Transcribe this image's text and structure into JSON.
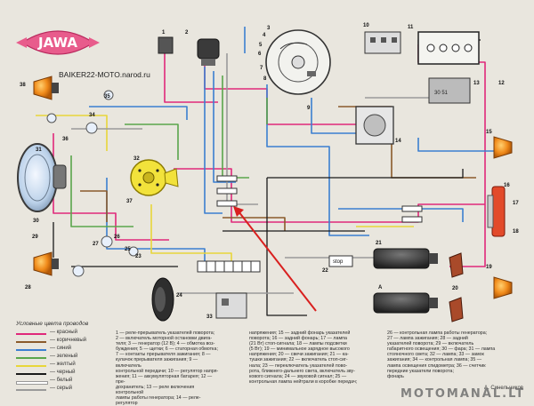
{
  "brand": {
    "logo_text": "JAWA",
    "site": "BAIKER22-MOTO.narod.ru"
  },
  "watermark": "MOTOMANAL.LT",
  "credit": "А. Синельников",
  "labels": {
    "n1": "1",
    "n2": "2",
    "n3": "3",
    "n4": "4",
    "n5": "5",
    "n6": "6",
    "n7": "7",
    "n8": "8",
    "n9": "9",
    "n10": "10",
    "n11": "11",
    "n12": "12",
    "n13": "13",
    "n14": "14",
    "n15": "15",
    "n16": "16",
    "n17": "17",
    "n18": "18",
    "n19": "19",
    "n20": "20",
    "n21": "21",
    "n22": "22",
    "n23": "23",
    "n24": "24",
    "n25": "25",
    "n26": "26",
    "n27": "27",
    "n28": "28",
    "n29": "29",
    "n30": "30",
    "n31": "31",
    "n32": "32",
    "n33": "33",
    "n34": "34",
    "n35": "35",
    "n36": "36",
    "n37": "37",
    "n38": "38",
    "stop": "stop",
    "a": "A"
  },
  "legend": {
    "title": "Условные цвета проводов",
    "rows": [
      {
        "label": "— красный",
        "color": "#e0287a"
      },
      {
        "label": "— коричневый",
        "color": "#8a5a2b"
      },
      {
        "label": "— синий",
        "color": "#3b7fd0"
      },
      {
        "label": "— зеленый",
        "color": "#5aa64b"
      },
      {
        "label": "— желтый",
        "color": "#e8d63a"
      },
      {
        "label": "— черный",
        "color": "#1a1a1a"
      },
      {
        "label": "— белый",
        "color": "#ffffff"
      },
      {
        "label": "— серый",
        "color": "#9a9a9a"
      }
    ]
  },
  "captions": {
    "col1": [
      "1 — реле-прерыватель указателей поворота;",
      "2 — включатель моторной остановки двига-",
      "теля; 3 — генератор (12 В); 4 — обмотка воз-",
      "буждения; 5 — щетки; 6 — статорная обмотка;",
      "7 — контакты прерывателя зажигания; 8 —",
      "кулачок прерывателя зажигания; 9 — включатель",
      "контрольной передачи; 10 — регулятор напря-",
      "жения; 11 — аккумуляторная батарея; 12 — пре-",
      "дохранитель; 13 — реле включения контрольной",
      "лампы работы генератора; 14 — реле-регулятор"
    ],
    "col2": [
      "напряжения; 15 — задний фонарь указателей",
      "поворота; 16 — задний фонарь; 17 — лампа",
      "(21 Вт) стоп-сигнала; 18 — лампы подсветки",
      "(5 Вт); 19 — минимальное зарядное высокого",
      "напряжения; 20 — свечи зажигания; 21 — ка-",
      "тушки зажигания; 22 — включатель стоп-сиг-",
      "нала; 23 — переключатель указателей пово-",
      "рота, ближнего-дальнего света, включатель зву-",
      "кового сигнала; 24 — звуковой сигнал; 25 —",
      "контрольная лампа нейтрали в коробке передач;"
    ],
    "col3": [
      "26 — контрольная лампа работы генератора;",
      "27 — лампа зажигания; 28 — задний",
      "указателей поворота; 29 — включатель",
      "габаритного освещения; 30 — фара; 31 — лампа",
      "стояночного света; 32 — лампа; 33 — замок",
      "зажигания; 34 — контрольная лампа; 35 —",
      "лампа освещения спидометра; 36 — счетчик",
      "передние указатели поворота;",
      "фонарь"
    ]
  }
}
